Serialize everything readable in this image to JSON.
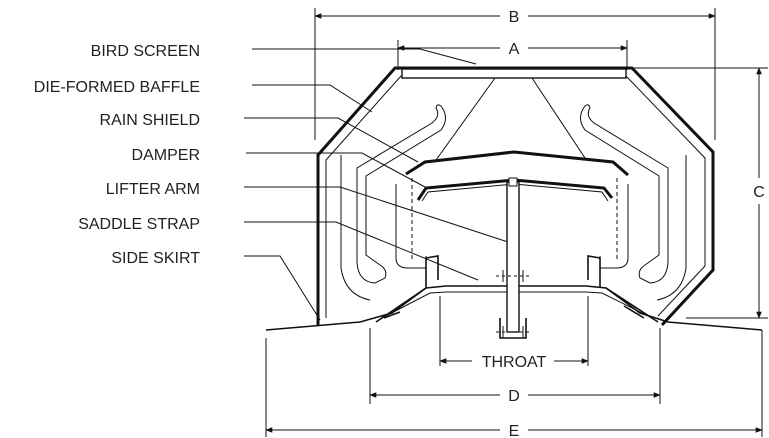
{
  "callouts": {
    "bird_screen": "BIRD SCREEN",
    "die_formed_baffle": "DIE-FORMED BAFFLE",
    "rain_shield": "RAIN SHIELD",
    "damper": "DAMPER",
    "lifter_arm": "LIFTER ARM",
    "saddle_strap": "SADDLE STRAP",
    "side_skirt": "SIDE SKIRT"
  },
  "dimensions": {
    "a": "A",
    "b": "B",
    "c": "C",
    "d": "D",
    "e": "E",
    "throat": "THROAT"
  }
}
